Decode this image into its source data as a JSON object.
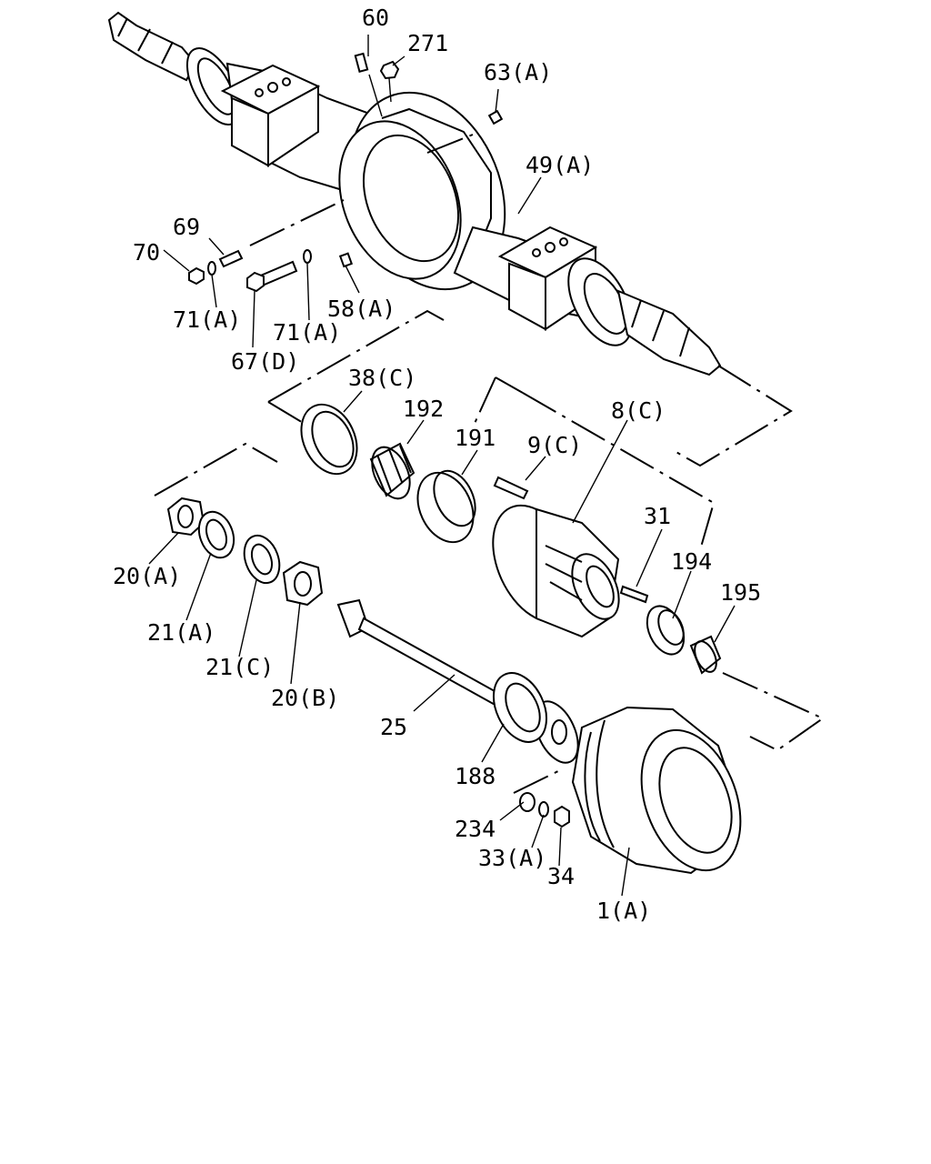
{
  "diagram": {
    "callouts": {
      "p60": "60",
      "p271": "271",
      "p63a": "63(A)",
      "p49a": "49(A)",
      "p69": "69",
      "p70": "70",
      "p71a_left": "71(A)",
      "p71a_right": "71(A)",
      "p58a": "58(A)",
      "p67d": "67(D)",
      "p38c": "38(C)",
      "p192": "192",
      "p191": "191",
      "p9c": "9(C)",
      "p8c": "8(C)",
      "p31": "31",
      "p194": "194",
      "p195": "195",
      "p20a": "20(A)",
      "p21a": "21(A)",
      "p21c": "21(C)",
      "p20b": "20(B)",
      "p25": "25",
      "p188": "188",
      "p234": "234",
      "p33a": "33(A)",
      "p34": "34",
      "p1a": "1(A)"
    }
  }
}
